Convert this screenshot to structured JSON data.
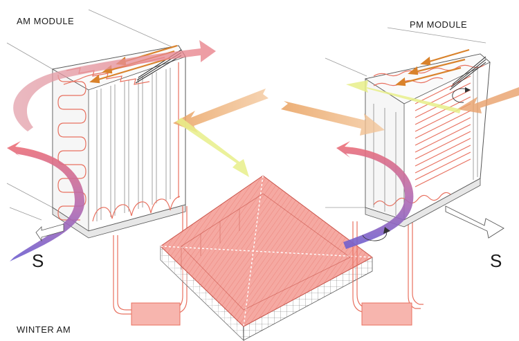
{
  "labels": {
    "am_module": "AM MODULE",
    "pm_module": "PM MODULE",
    "winter_am": "WINTER AM",
    "south_left": "S",
    "south_right": "S"
  },
  "colors": {
    "coil": "#e8705f",
    "roof_fill": "#f5a9a2",
    "tank_fill": "#f7b5ae",
    "sun_arrow": "#e8a06a",
    "reflect_arrow": "#e8ef8a",
    "wind_warm": "#e4868f",
    "wind_cool": "#7b62c9",
    "heat_arrow": "#d9822b",
    "line": "#8a8a8a"
  }
}
